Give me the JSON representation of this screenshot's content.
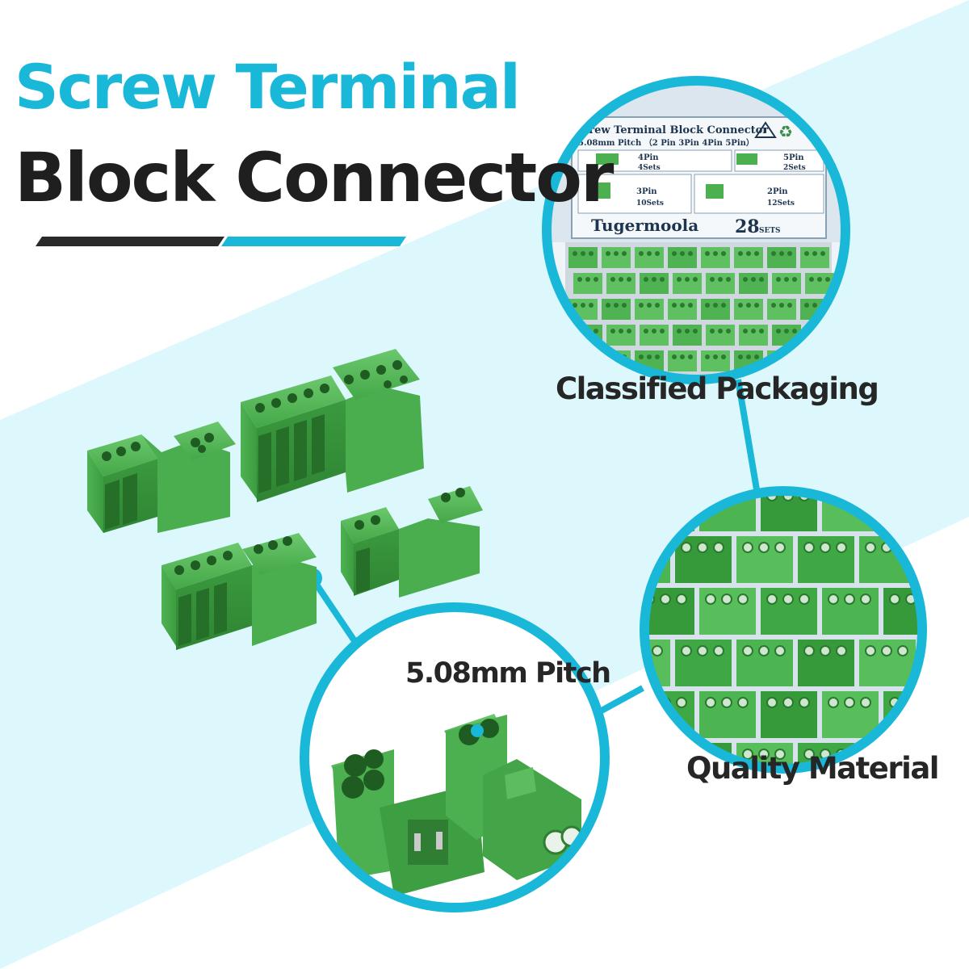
{
  "title": {
    "line1": "Screw Terminal",
    "line2": "Block Connector"
  },
  "callouts": {
    "packaging": "Classified Packaging",
    "pitch": "5.08mm Pitch",
    "material": "Quality Material"
  },
  "box_label": {
    "heading": "Screw Terminal Block Connector",
    "subheading": "5.08mm Pitch （2 Pin 3Pin 4Pin 5Pin）",
    "brand": "Tugermoola",
    "count": "28",
    "count_unit": "SETS",
    "cells": [
      {
        "pin": "4Pin",
        "sets": "4Sets"
      },
      {
        "pin": "5Pin",
        "sets": "2Sets"
      },
      {
        "pin": "3Pin",
        "sets": "10Sets"
      },
      {
        "pin": "2Pin",
        "sets": "12Sets"
      }
    ]
  },
  "colors": {
    "accent": "#19b8d9",
    "dark": "#1f1f1f",
    "band": "#ddf8fc",
    "connector_green": "#3fa844"
  },
  "icons": [
    "warning-triangle-icon",
    "recycle-icon"
  ]
}
